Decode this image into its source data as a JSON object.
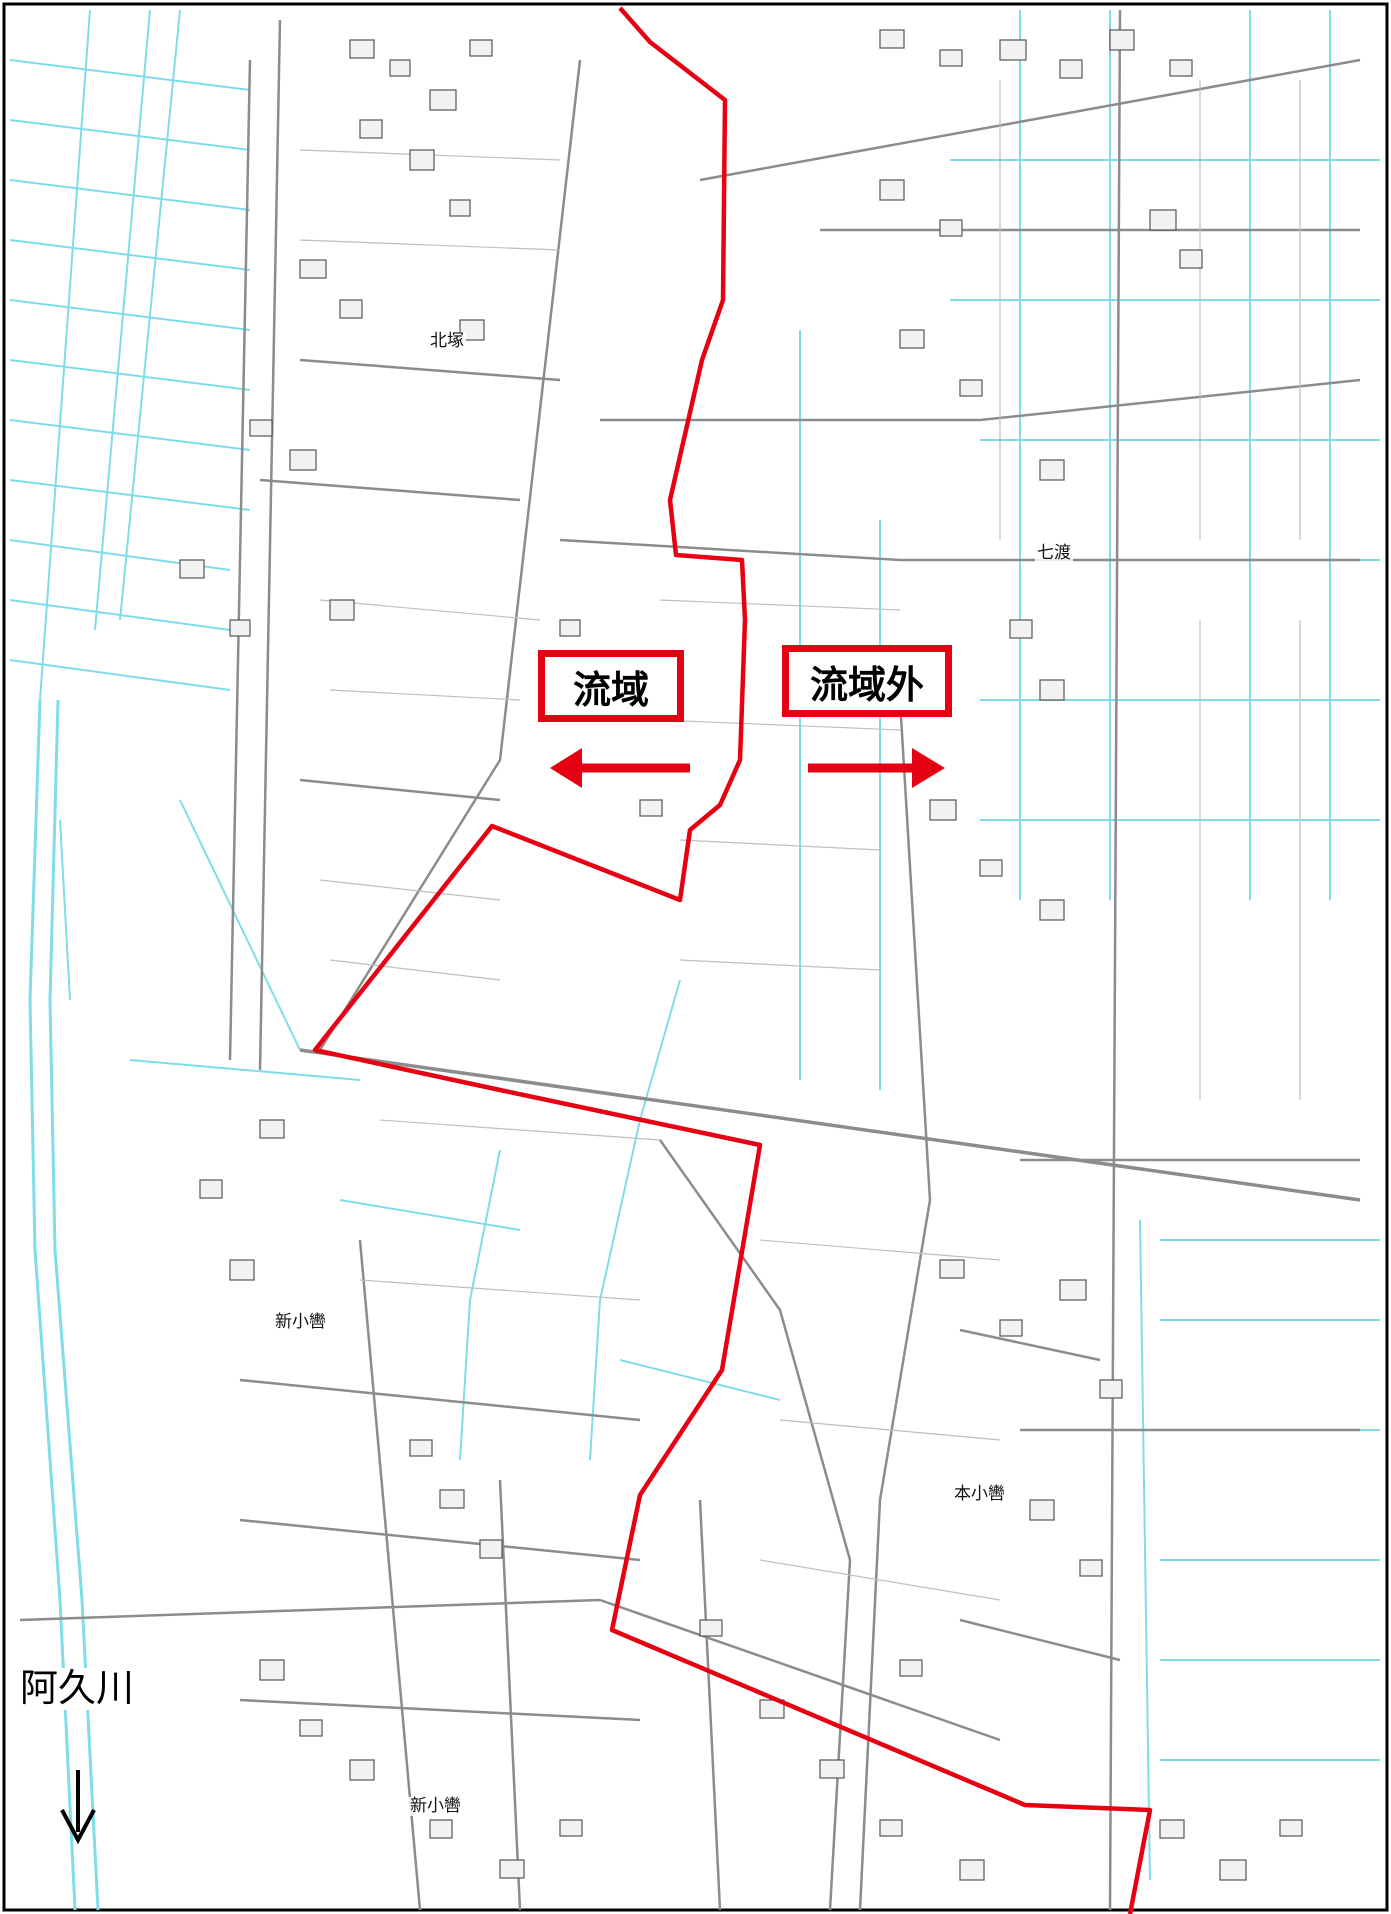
{
  "map": {
    "place_labels": [
      "北塚",
      "七渡",
      "新小轡",
      "本小轡",
      "新小轡"
    ],
    "river_label": "阿久川",
    "callouts": {
      "inside": "流域",
      "outside": "流域外"
    },
    "colors": {
      "boundary": "#e60012",
      "water": "#7fdcea",
      "road": "#8c8c8c",
      "building": "#555555",
      "frame": "#000000"
    },
    "icons": {
      "left_arrow": "red-left-arrow-icon",
      "right_arrow": "red-right-arrow-icon",
      "flow_arrow": "downward-flow-arrow-icon"
    }
  }
}
